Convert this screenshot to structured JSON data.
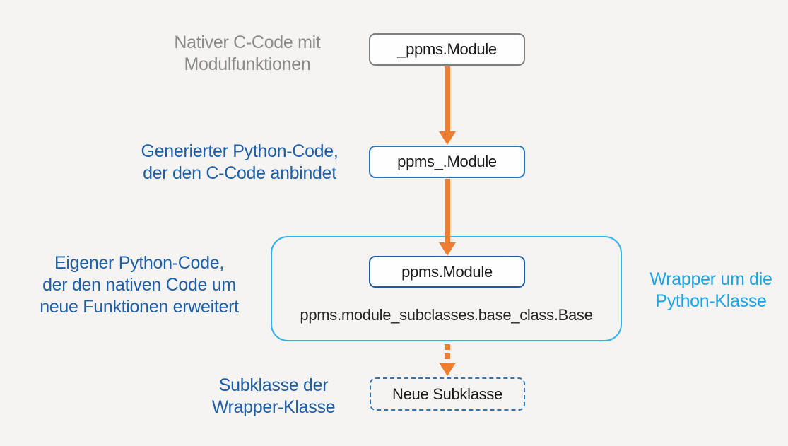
{
  "diagram": {
    "nodes": {
      "native": {
        "label": "_ppms.Module"
      },
      "generated": {
        "label": "ppms_.Module"
      },
      "wrapper_module": {
        "label": "ppms.Module"
      },
      "wrapper_base": {
        "label": "ppms.module_subclasses.base_class.Base"
      },
      "subclass": {
        "label": "Neue Subklasse"
      }
    },
    "annotations": {
      "native": {
        "line1": "Nativer C-Code mit",
        "line2": "Modulfunktionen"
      },
      "generated": {
        "line1": "Generierter Python-Code,",
        "line2": "der den C-Code anbindet"
      },
      "own_code": {
        "line1": "Eigener Python-Code,",
        "line2": "der den nativen Code um",
        "line3": "neue Funktionen erweitert"
      },
      "wrapper": {
        "line1": "Wrapper um die",
        "line2": "Python-Klasse"
      },
      "subclass": {
        "line1": "Subklasse der",
        "line2": "Wrapper-Klasse"
      }
    },
    "edges": [
      {
        "from": "native",
        "to": "generated",
        "style": "solid",
        "color": "#ED7D31"
      },
      {
        "from": "generated",
        "to": "wrapper_module",
        "style": "solid",
        "color": "#ED7D31"
      },
      {
        "from": "wrapper",
        "to": "subclass",
        "style": "dashed",
        "color": "#ED7D31"
      }
    ],
    "colors": {
      "background": "#F5F4F2",
      "arrow_orange": "#ED7D31",
      "gray_border": "#7F7F7F",
      "gray_text": "#8A8A8A",
      "dark_blue_text": "#1E5FA8",
      "blue_border": "#2E75B6",
      "dark_blue_border": "#1F5C9E",
      "cyan_border": "#33B1EA",
      "cyan_text": "#1BA4E5",
      "node_fill": "#FFFFFF"
    }
  }
}
